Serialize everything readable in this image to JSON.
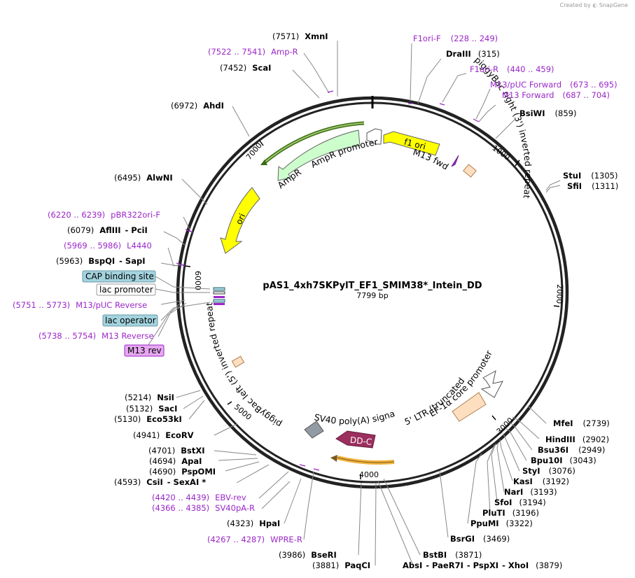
{
  "header": {
    "credit": "Created by",
    "brand": "SnapGene"
  },
  "plasmid": {
    "name": "pAS1_4xh7SKPylT_EF1_SMIM38*_Intein_DD",
    "size": "7799 bp"
  },
  "ticks": [
    "1000",
    "2000",
    "3000",
    "4000",
    "5000",
    "6000",
    "7000"
  ],
  "features": [
    {
      "label": "f1 ori"
    },
    {
      "label": "M13 fwd"
    },
    {
      "label": "piggyBac right (3') inverted repeat"
    },
    {
      "label": "EF-1α core promoter"
    },
    {
      "label": "5' LTR (truncated)"
    },
    {
      "label": "DD-C"
    },
    {
      "label": "SV40 poly(A) signal"
    },
    {
      "label": "piggyBac left (5') inverted repeat"
    },
    {
      "label": "ori"
    },
    {
      "label": "AmpR"
    },
    {
      "label": "AmpR promoter"
    }
  ],
  "boxed_labels": {
    "cap": "CAP binding site",
    "lacp": "lac promoter",
    "laco": "lac operator",
    "m13rev": "M13 rev"
  },
  "sites": {
    "xmni": {
      "name": "XmnI",
      "pos": "(7571)"
    },
    "ampr": {
      "name": "Amp-R",
      "pos": "(7522 .. 7541)"
    },
    "scai": {
      "name": "ScaI",
      "pos": "(7452)"
    },
    "ahdi": {
      "name": "AhdI",
      "pos": "(6972)"
    },
    "alwni": {
      "name": "AlwNI",
      "pos": "(6495)"
    },
    "pbr": {
      "name": "pBR322ori-F",
      "pos": "(6220 .. 6239)"
    },
    "afl": {
      "name": "AflIII",
      "name2": "- PciI",
      "pos": "(6079)"
    },
    "l4440": {
      "name": "L4440",
      "pos": "(5969 .. 5986)"
    },
    "bspqi": {
      "name": "BspQI",
      "name2": "- SapI",
      "pos": "(5963)"
    },
    "m13pucrev": {
      "name": "M13/pUC Reverse",
      "pos": "(5751 .. 5773)"
    },
    "m13reverse": {
      "name": "M13 Reverse",
      "pos": "(5738 .. 5754)"
    },
    "f1orif": {
      "name": "F1ori-F",
      "pos": "(228 .. 249)"
    },
    "draiii": {
      "name": "DraIII",
      "pos": "(315)"
    },
    "f1orir": {
      "name": "F1ori-R",
      "pos": "(440 .. 459)"
    },
    "m13pucfwd": {
      "name": "M13/pUC Forward",
      "pos": "(673 .. 695)"
    },
    "m13fwd": {
      "name": "M13 Forward",
      "pos": "(687 .. 704)"
    },
    "bsiwi": {
      "name": "BsiWI",
      "pos": "(859)"
    },
    "stui": {
      "name": "StuI",
      "pos": "(1305)"
    },
    "sfii": {
      "name": "SfiI",
      "pos": "(1311)"
    },
    "mfei": {
      "name": "MfeI",
      "pos": "(2739)"
    },
    "hindiii": {
      "name": "HindIII",
      "pos": "(2902)"
    },
    "bsu36i": {
      "name": "Bsu36I",
      "pos": "(2949)"
    },
    "bpu10i": {
      "name": "Bpu10I",
      "pos": "(3043)"
    },
    "styi": {
      "name": "StyI",
      "pos": "(3076)"
    },
    "kasi": {
      "name": "KasI",
      "pos": "(3192)"
    },
    "nari": {
      "name": "NarI",
      "pos": "(3193)"
    },
    "sfoi": {
      "name": "SfoI",
      "pos": "(3194)"
    },
    "pluti": {
      "name": "PluTI",
      "pos": "(3196)"
    },
    "ppumi": {
      "name": "PpuMI",
      "pos": "(3322)"
    },
    "bsrgi": {
      "name": "BsrGI",
      "pos": "(3469)"
    },
    "bstbi": {
      "name": "BstBI",
      "pos": "(3871)"
    },
    "absi": {
      "name": "AbsI",
      "name2": "- PaeR7I",
      "name3": "- PspXI",
      "name4": "- XhoI",
      "pos": "(3879)"
    },
    "paqci": {
      "name": "PaqCI",
      "pos": "(3881)"
    },
    "bseri": {
      "name": "BseRI",
      "pos": "(3986)"
    },
    "wpre": {
      "name": "WPRE-R",
      "pos": "(4267 .. 4287)"
    },
    "hpai": {
      "name": "HpaI",
      "pos": "(4323)"
    },
    "sv40pa": {
      "name": "SV40pA-R",
      "pos": "(4366 .. 4385)"
    },
    "ebv": {
      "name": "EBV-rev",
      "pos": "(4420 .. 4439)"
    },
    "csii": {
      "name": "CsiI",
      "name2": "- SexAI *",
      "pos": "(4593)"
    },
    "pspomi": {
      "name": "PspOMI",
      "pos": "(4690)"
    },
    "apai": {
      "name": "ApaI",
      "pos": "(4694)"
    },
    "bstxi": {
      "name": "BstXI",
      "pos": "(4701)"
    },
    "ecorv": {
      "name": "EcoRV",
      "pos": "(4941)"
    },
    "eco53ki": {
      "name": "Eco53kI",
      "pos": "(5130)"
    },
    "saci": {
      "name": "SacI",
      "pos": "(5132)"
    },
    "nsii": {
      "name": "NsiI",
      "pos": "(5214)"
    }
  },
  "colors": {
    "primer": "#9B27C8",
    "f1ori": "#FFFF00",
    "ampr": "#CCFFCC",
    "ddc": "#9C2F5E",
    "ltr": "#FDDFC0",
    "cap": "#A3D3DE",
    "m13rev_box": "#E6A8F0"
  }
}
